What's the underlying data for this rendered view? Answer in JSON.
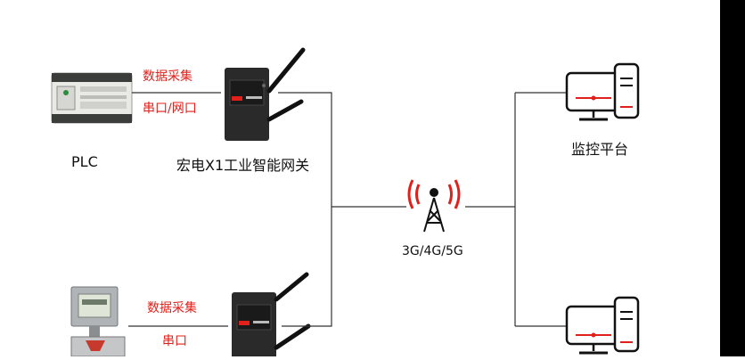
{
  "top_row": {
    "collect_label": "数据采集",
    "serial_label": "串口/网口",
    "plc_label": "PLC",
    "gateway_label": "宏电X1工业智能网关"
  },
  "bottom_row": {
    "collect_label": "数据采集",
    "serial_label": "串口"
  },
  "network": {
    "label": "3G/4G/5G"
  },
  "monitor": {
    "label": "监控平台"
  },
  "colors": {
    "accent_red": "#e0201b",
    "line": "#333333",
    "device_dark": "#2a2a2a"
  }
}
